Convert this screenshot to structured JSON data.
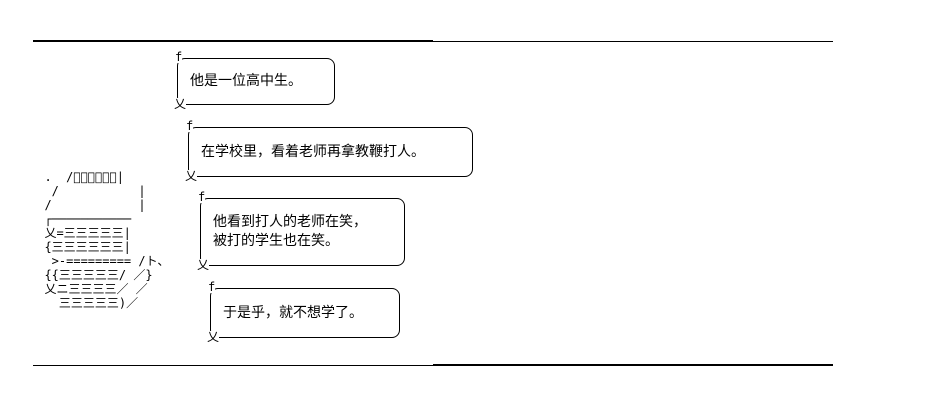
{
  "bubbles": [
    {
      "lines": [
        "他是一位高中生。"
      ]
    },
    {
      "lines": [
        "在学校里，看着老师再拿教鞭打人。"
      ]
    },
    {
      "lines": [
        "他看到打人的老师在笑，",
        "被打的学生也在笑。"
      ]
    },
    {
      "lines": [
        "于是乎，就不想学了。"
      ]
    }
  ],
  "marks": {
    "open": "f",
    "close": "乂"
  },
  "art": "  .  /ﾞ￣￣￣￣￣|\n   /           |\n  /            |\n  ┌───────────\n  乂=三三三三三|\n  {三三三三三三|\n   >-========= /ト、\n  {{三三三三三/ ／}\n  乂ニ三三三三／ ／\n    三三三三三)／"
}
